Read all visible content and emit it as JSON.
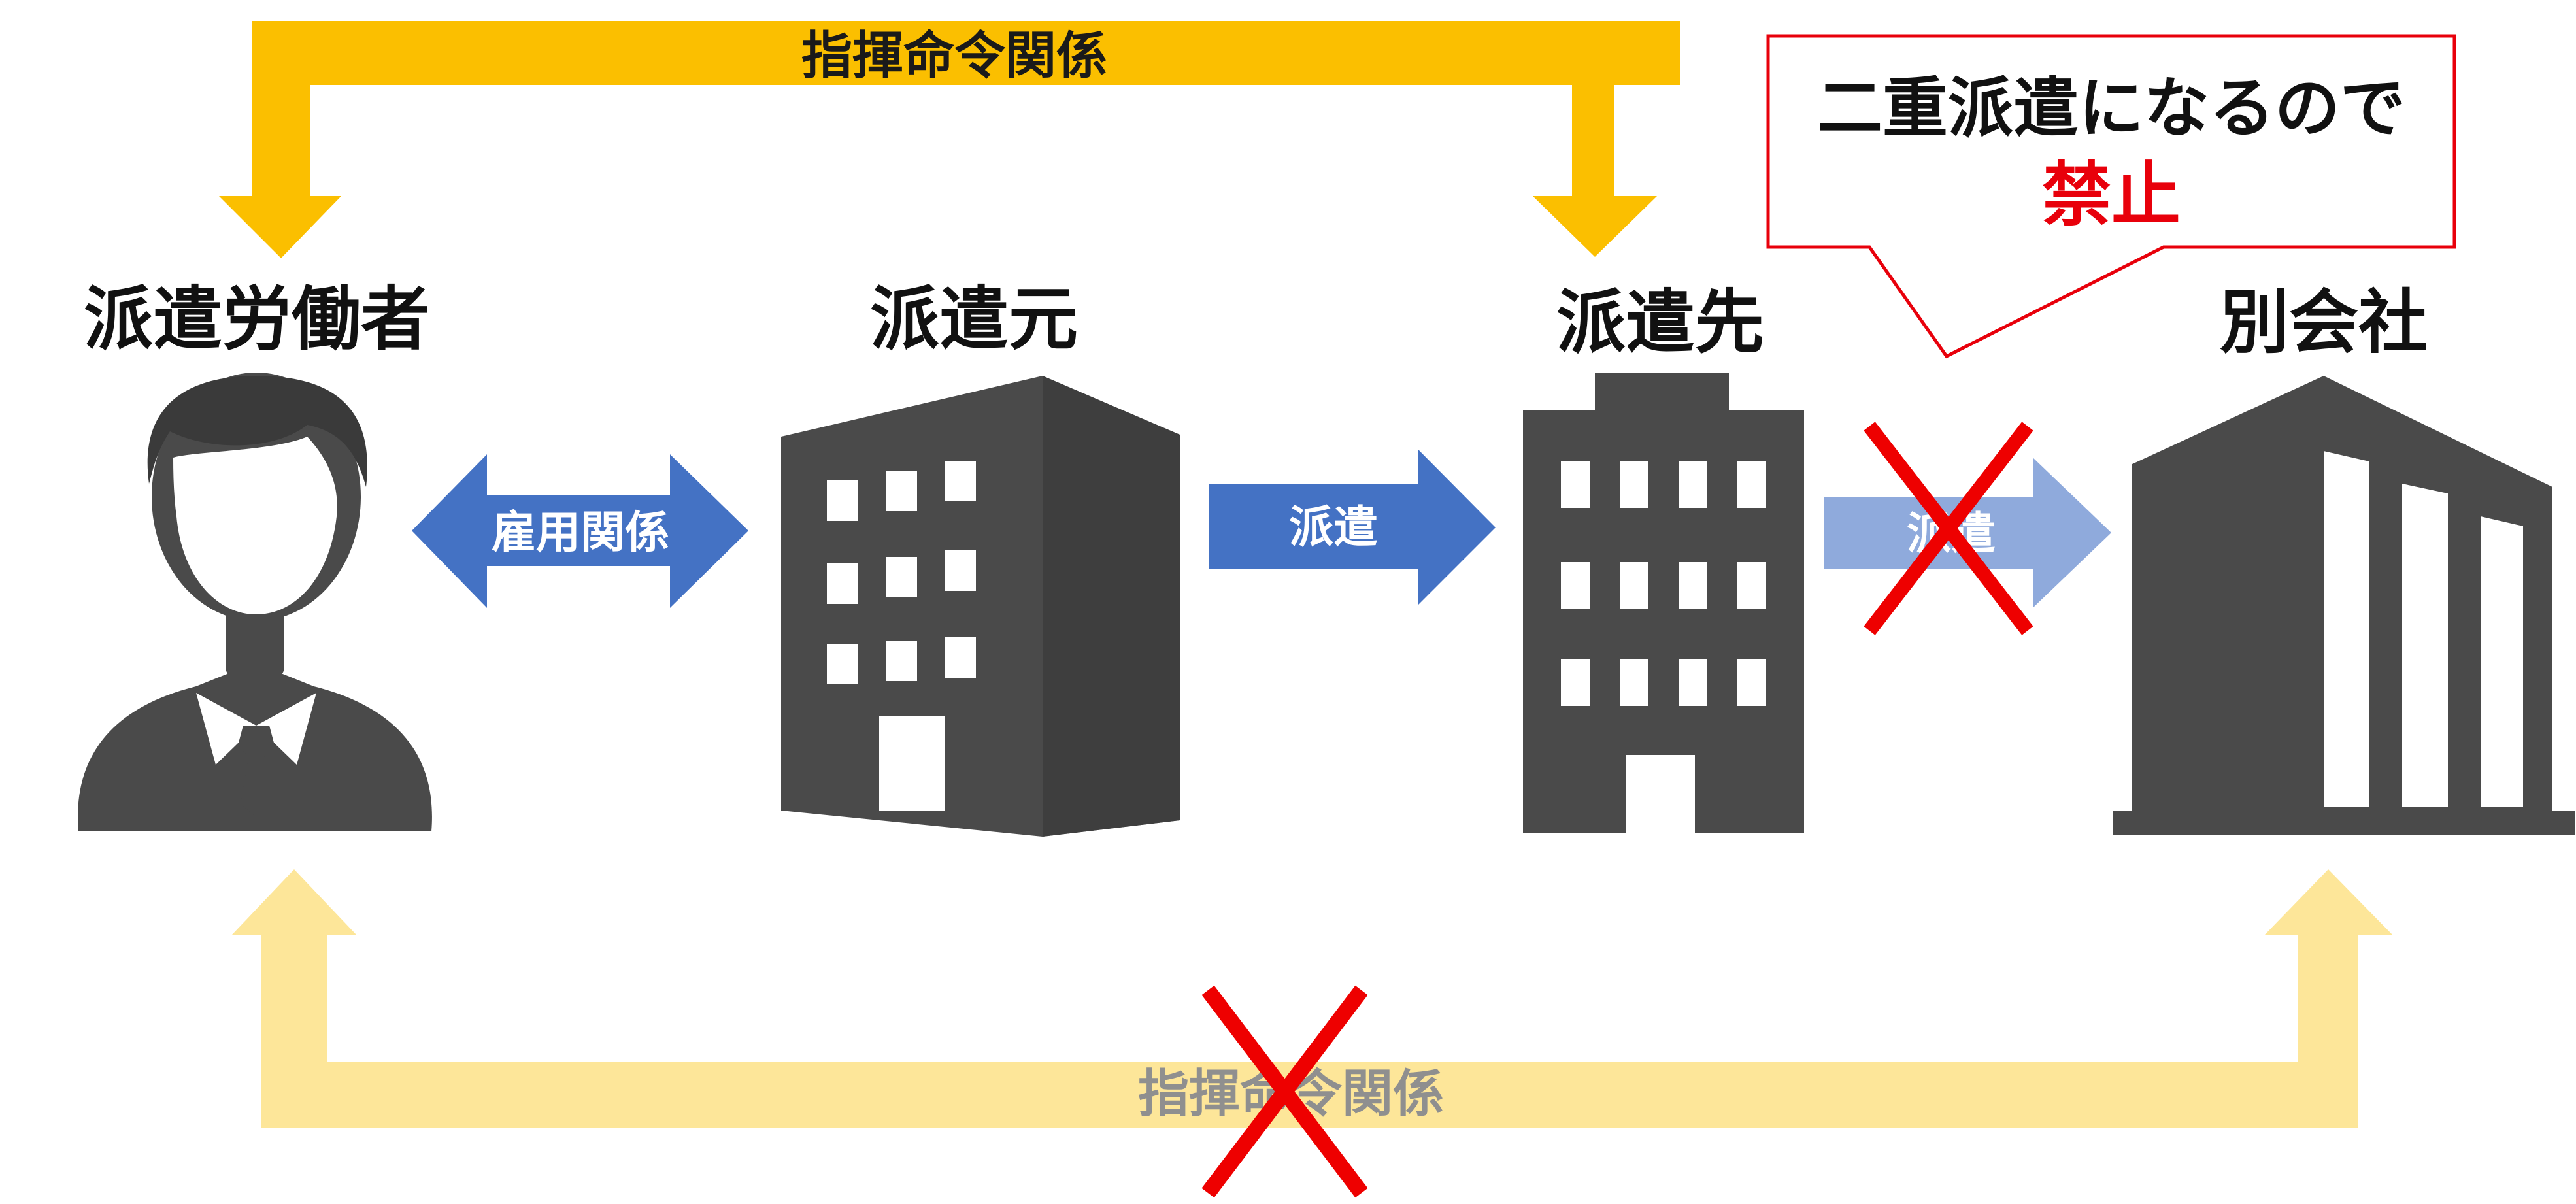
{
  "entities": {
    "worker": "派遣労働者",
    "dispatcher": "派遣元",
    "client": "派遣先",
    "other_company": "別会社"
  },
  "relations": {
    "top_command": "指揮命令関係",
    "bottom_command": "指揮命令関係",
    "employment": "雇用関係",
    "dispatch": "派遣",
    "dispatch_faded": "派遣"
  },
  "callout": {
    "line1": "二重派遣になるので",
    "line2": "禁止"
  },
  "colors": {
    "gold": "#fbbf00",
    "gold_light": "#fde699",
    "blue": "#4472c4",
    "blue_light": "#8faadc",
    "dark_gray": "#4a4a4a",
    "red": "#ee0000"
  },
  "icons": {
    "worker": "person-icon",
    "dispatcher": "office-building-icon",
    "client": "office-building-icon",
    "other_company": "corporate-building-icon",
    "prohibited": "x-cross-icon"
  }
}
